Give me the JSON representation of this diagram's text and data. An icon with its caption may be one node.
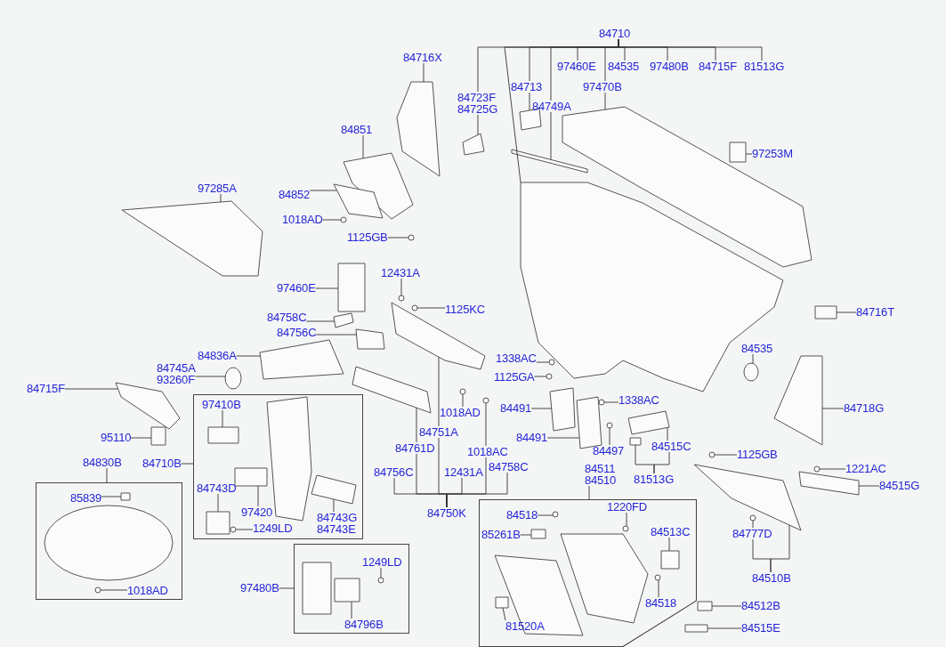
{
  "diagram": {
    "nodes": [
      {
        "text": [
          "84710"
        ]
      },
      {
        "text": [
          "84716X"
        ]
      },
      {
        "text": [
          "84723F",
          "84725G"
        ]
      },
      {
        "text": [
          "84713"
        ]
      },
      {
        "text": [
          "84749A"
        ]
      },
      {
        "text": [
          "97460E"
        ]
      },
      {
        "text": [
          "84535"
        ]
      },
      {
        "text": [
          "97480B"
        ]
      },
      {
        "text": [
          "84715F"
        ]
      },
      {
        "text": [
          "81513G"
        ]
      },
      {
        "text": [
          "97470B"
        ]
      },
      {
        "text": [
          "84851"
        ]
      },
      {
        "text": [
          "97253M"
        ]
      },
      {
        "text": [
          "97285A"
        ]
      },
      {
        "text": [
          "84852"
        ]
      },
      {
        "text": [
          "1018AD"
        ]
      },
      {
        "text": [
          "1125GB"
        ]
      },
      {
        "text": [
          "97460E"
        ]
      },
      {
        "text": [
          "12431A"
        ]
      },
      {
        "text": [
          "1125KC"
        ]
      },
      {
        "text": [
          "84758C"
        ]
      },
      {
        "text": [
          "84756C"
        ]
      },
      {
        "text": [
          "84716T"
        ]
      },
      {
        "text": [
          "84836A"
        ]
      },
      {
        "text": [
          "84745A",
          "93260F"
        ]
      },
      {
        "text": [
          "84715F"
        ]
      },
      {
        "text": [
          "1338AC"
        ]
      },
      {
        "text": [
          "1125GA"
        ]
      },
      {
        "text": [
          "84535"
        ]
      },
      {
        "text": [
          "84718G"
        ]
      },
      {
        "text": [
          "1018AD"
        ]
      },
      {
        "text": [
          "84491"
        ]
      },
      {
        "text": [
          "1338AC"
        ]
      },
      {
        "text": [
          "84491"
        ]
      },
      {
        "text": [
          "84497"
        ]
      },
      {
        "text": [
          "84515C"
        ]
      },
      {
        "text": [
          "95110"
        ]
      },
      {
        "text": [
          "84761D"
        ]
      },
      {
        "text": [
          "84751A"
        ]
      },
      {
        "text": [
          "1018AC"
        ]
      },
      {
        "text": [
          "1125GB"
        ]
      },
      {
        "text": [],
        "shape": "box"
      },
      {
        "text": [
          "97410B"
        ],
        "in": 41
      },
      {
        "text": [
          "84710B"
        ]
      },
      {
        "text": [
          "84830B"
        ]
      },
      {
        "text": [],
        "shape": "box"
      },
      {
        "text": [
          "85839"
        ],
        "in": 45
      },
      {
        "text": [
          "1018AD"
        ],
        "in": 45
      },
      {
        "text": [
          "84743D"
        ],
        "in": 41
      },
      {
        "text": [
          "97420"
        ],
        "in": 41
      },
      {
        "text": [
          "84743G",
          "84743E"
        ],
        "in": 41
      },
      {
        "text": [
          "1249LD"
        ],
        "in": 41
      },
      {
        "text": [
          "84756C"
        ]
      },
      {
        "text": [
          "12431A"
        ]
      },
      {
        "text": [
          "84758C"
        ]
      },
      {
        "text": [
          "84750K"
        ]
      },
      {
        "text": [
          "84511",
          "84510"
        ]
      },
      {
        "text": [
          "81513G"
        ]
      },
      {
        "text": [
          "1221AC"
        ]
      },
      {
        "text": [
          "84515G"
        ]
      },
      {
        "text": [],
        "shape": "box"
      },
      {
        "text": [
          "1220FD"
        ],
        "in": 60
      },
      {
        "text": [
          "84518"
        ],
        "in": 60
      },
      {
        "text": [
          "85261B"
        ],
        "in": 60
      },
      {
        "text": [
          "84513C"
        ],
        "in": 60
      },
      {
        "text": [
          "84777D"
        ]
      },
      {
        "text": [
          "84510B"
        ]
      },
      {
        "text": [
          "84518"
        ],
        "in": 60
      },
      {
        "text": [
          "81520A"
        ],
        "in": 60
      },
      {
        "text": [],
        "shape": "box"
      },
      {
        "text": [
          "97480B"
        ]
      },
      {
        "text": [
          "1249LD"
        ],
        "in": 69
      },
      {
        "text": [
          "84796B"
        ],
        "in": 69
      },
      {
        "text": [
          "84512B"
        ]
      },
      {
        "text": [
          "84515E"
        ]
      },
      {
        "text": [],
        "shape": "box"
      },
      {
        "text": [],
        "shape": "box"
      },
      {
        "text": [],
        "shape": "box"
      },
      {
        "text": [],
        "shape": "box"
      },
      {
        "text": [],
        "shape": "box"
      },
      {
        "text": [],
        "shape": "box"
      },
      {
        "text": [],
        "shape": "box"
      },
      {
        "text": [],
        "shape": "box"
      },
      {
        "text": [],
        "shape": "box"
      },
      {
        "text": [],
        "shape": "box"
      },
      {
        "text": [],
        "shape": "circle"
      },
      {
        "text": [],
        "shape": "circle"
      },
      {
        "text": [],
        "shape": "box"
      },
      {
        "text": [],
        "shape": "circle"
      },
      {
        "text": [],
        "shape": "circle"
      },
      {
        "text": [],
        "shape": "box"
      },
      {
        "text": [],
        "shape": "box"
      },
      {
        "text": [],
        "shape": "box"
      },
      {
        "text": [],
        "shape": "box"
      },
      {
        "text": [],
        "shape": "circle"
      },
      {
        "text": [],
        "shape": "box"
      },
      {
        "text": [],
        "shape": "circle"
      },
      {
        "text": [],
        "shape": "circle"
      },
      {
        "text": [],
        "shape": "circle"
      },
      {
        "text": [],
        "shape": "box"
      },
      {
        "text": [],
        "shape": "circle"
      },
      {
        "text": [],
        "shape": "box"
      },
      {
        "text": [],
        "shape": "circle"
      },
      {
        "text": [],
        "shape": "box"
      },
      {
        "text": [],
        "shape": "circle"
      },
      {
        "text": [],
        "shape": "box"
      },
      {
        "text": [],
        "shape": "box"
      },
      {
        "text": [],
        "shape": "box"
      },
      {
        "text": [],
        "shape": "box"
      },
      {
        "text": [],
        "shape": "circle"
      },
      {
        "text": [],
        "shape": "circle"
      },
      {
        "text": [],
        "shape": "box",
        "in": 41
      },
      {
        "text": [],
        "shape": "box",
        "in": 45
      },
      {
        "text": [],
        "shape": "circle",
        "in": 45
      },
      {
        "text": [],
        "shape": "box",
        "in": 41
      },
      {
        "text": [],
        "shape": "box",
        "in": 41
      },
      {
        "text": [],
        "shape": "box",
        "in": 41
      },
      {
        "text": [],
        "shape": "circle",
        "in": 41
      },
      {
        "text": [],
        "shape": "box"
      },
      {
        "text": [],
        "shape": "circle"
      },
      {
        "text": [],
        "shape": "box"
      },
      {
        "text": [],
        "shape": "box",
        "in": 60
      },
      {
        "text": [],
        "shape": "box",
        "in": 60
      },
      {
        "text": [],
        "shape": "circle",
        "in": 60
      },
      {
        "text": [],
        "shape": "circle",
        "in": 60
      },
      {
        "text": [],
        "shape": "box"
      },
      {
        "text": [],
        "shape": "circle"
      },
      {
        "text": [],
        "shape": "circle",
        "in": 60
      },
      {
        "text": [],
        "shape": "box",
        "in": 60
      },
      {
        "text": [],
        "shape": "box",
        "in": 69
      },
      {
        "text": [],
        "shape": "circle",
        "in": 69
      },
      {
        "text": [],
        "shape": "box"
      },
      {
        "text": [],
        "shape": "box"
      }
    ],
    "edges": [
      {
        "from": 0,
        "to": 2,
        "arrow": "none"
      },
      {
        "from": 0,
        "to": 75,
        "arrow": "none"
      },
      {
        "from": 0,
        "to": 3,
        "arrow": "none"
      },
      {
        "from": 0,
        "to": 4,
        "arrow": "none"
      },
      {
        "from": 4,
        "to": 76,
        "arrow": "none"
      },
      {
        "from": 0,
        "to": 5,
        "arrow": "none"
      },
      {
        "from": 0,
        "to": 10,
        "arrow": "none"
      },
      {
        "from": 0,
        "to": 6,
        "arrow": "none"
      },
      {
        "from": 0,
        "to": 7,
        "arrow": "none"
      },
      {
        "from": 0,
        "to": 8,
        "arrow": "none"
      },
      {
        "from": 0,
        "to": 9,
        "arrow": "none"
      },
      {
        "from": 10,
        "to": 77,
        "arrow": "none"
      },
      {
        "from": 1,
        "to": 78,
        "arrow": "none"
      },
      {
        "from": 2,
        "to": 79,
        "arrow": "none"
      },
      {
        "from": 3,
        "to": 80,
        "arrow": "none"
      },
      {
        "from": 11,
        "to": 81,
        "arrow": "none"
      },
      {
        "from": 12,
        "to": 82,
        "arrow": "none"
      },
      {
        "from": 13,
        "to": 83,
        "arrow": "none"
      },
      {
        "from": 14,
        "to": 84,
        "arrow": "none"
      },
      {
        "from": 15,
        "to": 85,
        "arrow": "none"
      },
      {
        "from": 16,
        "to": 86,
        "arrow": "none"
      },
      {
        "from": 17,
        "to": 87,
        "arrow": "none"
      },
      {
        "from": 18,
        "to": 88,
        "arrow": "none"
      },
      {
        "from": 19,
        "to": 89,
        "arrow": "none"
      },
      {
        "from": 20,
        "to": 90,
        "arrow": "none"
      },
      {
        "from": 21,
        "to": 91,
        "arrow": "none"
      },
      {
        "from": 22,
        "to": 92,
        "arrow": "none"
      },
      {
        "from": 23,
        "to": 93,
        "arrow": "none"
      },
      {
        "from": 24,
        "to": 94,
        "arrow": "none"
      },
      {
        "from": 25,
        "to": 95,
        "arrow": "none"
      },
      {
        "from": 26,
        "to": 96,
        "arrow": "none"
      },
      {
        "from": 27,
        "to": 97,
        "arrow": "none"
      },
      {
        "from": 28,
        "to": 98,
        "arrow": "none"
      },
      {
        "from": 29,
        "to": 99,
        "arrow": "none"
      },
      {
        "from": 30,
        "to": 100,
        "arrow": "none"
      },
      {
        "from": 31,
        "to": 101,
        "arrow": "none"
      },
      {
        "from": 32,
        "to": 102,
        "arrow": "none"
      },
      {
        "from": 33,
        "to": 103,
        "arrow": "none"
      },
      {
        "from": 34,
        "to": 104,
        "arrow": "none"
      },
      {
        "from": 35,
        "to": 105,
        "arrow": "none"
      },
      {
        "from": 36,
        "to": 106,
        "arrow": "none"
      },
      {
        "from": 37,
        "to": 107,
        "arrow": "none"
      },
      {
        "from": 38,
        "to": 108,
        "arrow": "none"
      },
      {
        "from": 39,
        "to": 109,
        "arrow": "none"
      },
      {
        "from": 40,
        "to": 110,
        "arrow": "none"
      },
      {
        "from": 42,
        "to": 111,
        "arrow": "none"
      },
      {
        "from": 43,
        "to": 41,
        "arrow": "none"
      },
      {
        "from": 44,
        "to": 45,
        "arrow": "none"
      },
      {
        "from": 46,
        "to": 112,
        "arrow": "none"
      },
      {
        "from": 47,
        "to": 113,
        "arrow": "none"
      },
      {
        "from": 48,
        "to": 114,
        "arrow": "none"
      },
      {
        "from": 49,
        "to": 115,
        "arrow": "none"
      },
      {
        "from": 50,
        "to": 116,
        "arrow": "none"
      },
      {
        "from": 51,
        "to": 117,
        "arrow": "none"
      },
      {
        "from": 55,
        "to": 52,
        "arrow": "none"
      },
      {
        "from": 55,
        "to": 37,
        "arrow": "none"
      },
      {
        "from": 55,
        "to": 38,
        "arrow": "none"
      },
      {
        "from": 55,
        "to": 53,
        "arrow": "none"
      },
      {
        "from": 55,
        "to": 39,
        "arrow": "none"
      },
      {
        "from": 55,
        "to": 54,
        "arrow": "none"
      },
      {
        "from": 56,
        "to": 60,
        "arrow": "none"
      },
      {
        "from": 57,
        "to": 35,
        "arrow": "none"
      },
      {
        "from": 57,
        "to": 118,
        "arrow": "none"
      },
      {
        "from": 58,
        "to": 119,
        "arrow": "none"
      },
      {
        "from": 59,
        "to": 120,
        "arrow": "none"
      },
      {
        "from": 61,
        "to": 124,
        "arrow": "none"
      },
      {
        "from": 62,
        "to": 123,
        "arrow": "none"
      },
      {
        "from": 63,
        "to": 122,
        "arrow": "none"
      },
      {
        "from": 64,
        "to": 128,
        "arrow": "none"
      },
      {
        "from": 66,
        "to": 65,
        "arrow": "none"
      },
      {
        "from": 66,
        "to": 125,
        "arrow": "none"
      },
      {
        "from": 65,
        "to": 126,
        "arrow": "none"
      },
      {
        "from": 67,
        "to": 127,
        "arrow": "none"
      },
      {
        "from": 68,
        "to": 121,
        "arrow": "none"
      },
      {
        "from": 70,
        "to": 69,
        "arrow": "none"
      },
      {
        "from": 71,
        "to": 130,
        "arrow": "none"
      },
      {
        "from": 72,
        "to": 129,
        "arrow": "none"
      },
      {
        "from": 73,
        "to": 131,
        "arrow": "none"
      },
      {
        "from": 74,
        "to": 132,
        "arrow": "none"
      }
    ]
  }
}
